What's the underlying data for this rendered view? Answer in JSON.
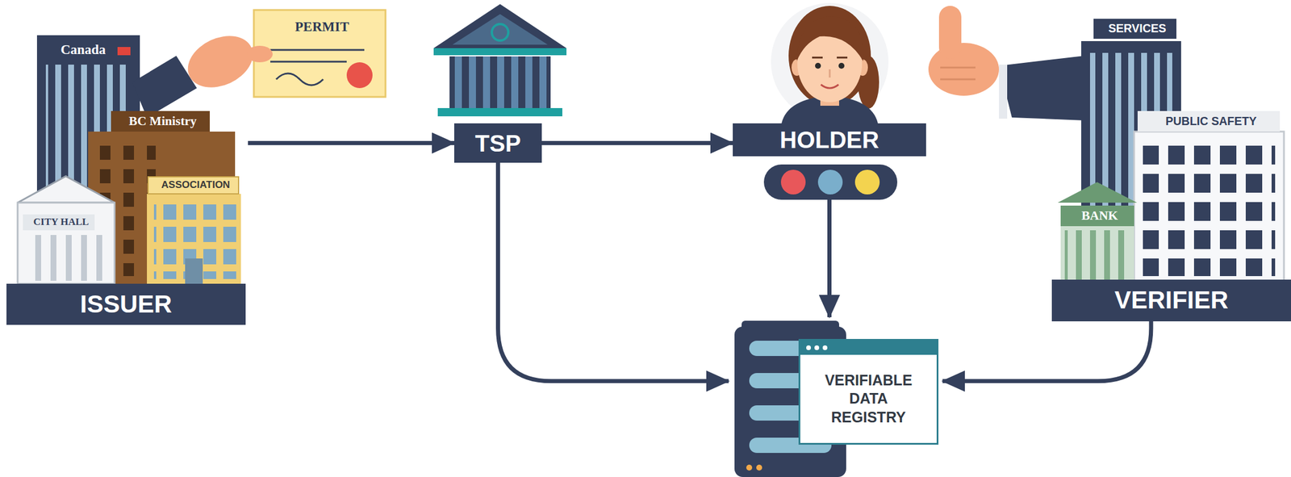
{
  "diagram": {
    "nodes": [
      {
        "text": [
          "ISSUER"
        ]
      },
      {
        "text": [
          "TSP"
        ]
      },
      {
        "text": [
          "HOLDER"
        ]
      },
      {
        "text": [
          "VERIFIER"
        ]
      },
      {
        "text": [
          "VERIFIABLE DATA REGISTRY"
        ]
      }
    ],
    "edges": [
      {
        "from": 0,
        "to": 1,
        "arrow": "to"
      },
      {
        "from": 1,
        "to": 2,
        "arrow": "to"
      },
      {
        "from": 1,
        "to": 4,
        "arrow": "to"
      },
      {
        "from": 2,
        "to": 4,
        "arrow": "to"
      },
      {
        "from": 3,
        "to": 4,
        "arrow": "to"
      }
    ],
    "labels": [
      "PERMIT",
      "Canada",
      "BC Ministry",
      "ASSOCIATION",
      "CITY HALL",
      "SERVICES",
      "PUBLIC SAFETY",
      "BANK"
    ]
  }
}
